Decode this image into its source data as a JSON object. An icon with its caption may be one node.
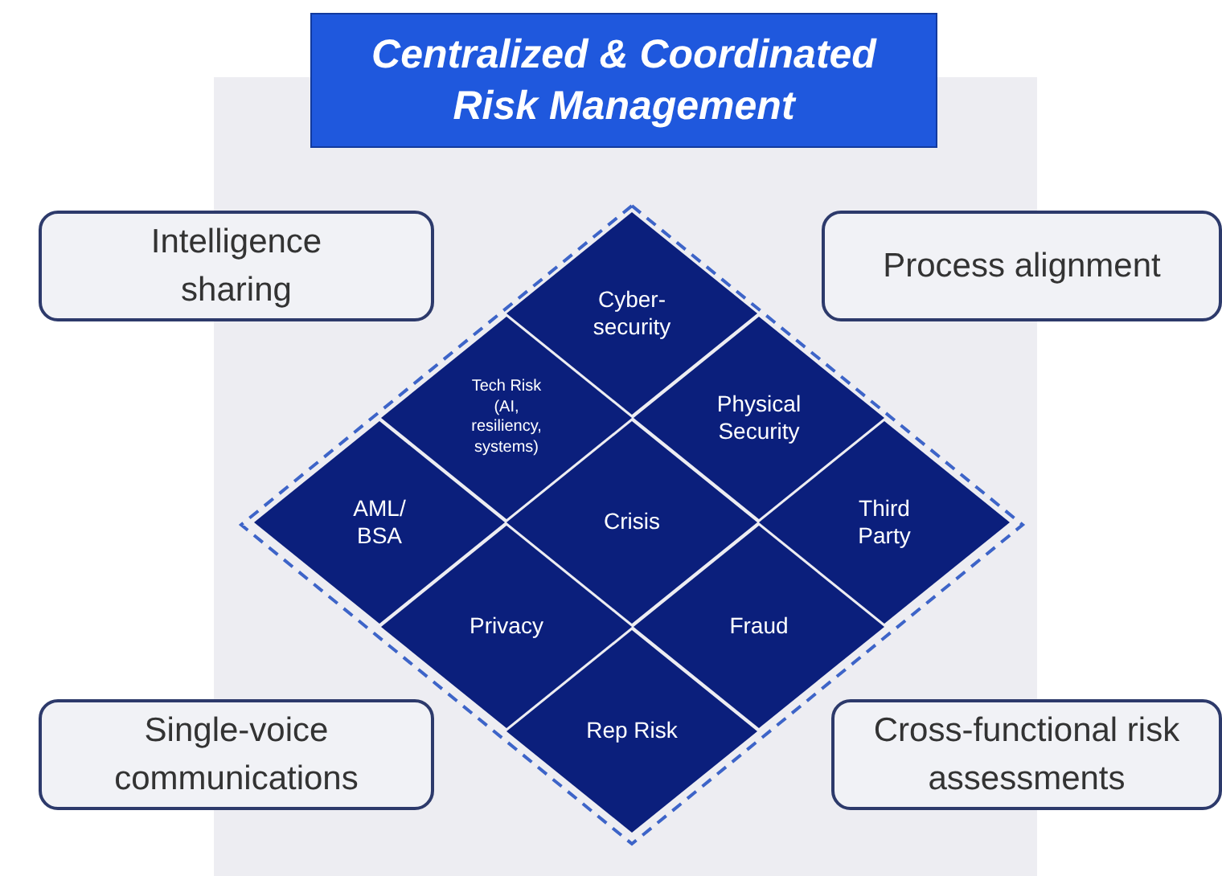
{
  "diagram": {
    "title": "Centralized & Coordinated Risk Management",
    "nodes": [
      {
        "text": [
          "Intelligence sharing"
        ]
      },
      {
        "text": [
          "Process alignment"
        ]
      },
      {
        "text": [],
        "shape": "diamond"
      },
      {
        "text": [
          "Cyber-security"
        ],
        "in": 2
      },
      {
        "text": [
          "Tech Risk (AI, resiliency, systems)"
        ],
        "in": 2
      },
      {
        "text": [
          "Physical Security"
        ],
        "in": 2
      },
      {
        "text": [
          "AML/ BSA"
        ],
        "in": 2
      },
      {
        "text": [
          "Crisis"
        ],
        "in": 2
      },
      {
        "text": [
          "Third Party"
        ],
        "in": 2
      },
      {
        "text": [
          "Privacy"
        ],
        "in": 2
      },
      {
        "text": [
          "Fraud"
        ],
        "in": 2
      },
      {
        "text": [
          "Rep Risk"
        ],
        "in": 2
      },
      {
        "text": [
          "Single-voice communications"
        ]
      },
      {
        "text": [
          "Cross-functional risk assessments"
        ]
      }
    ]
  }
}
